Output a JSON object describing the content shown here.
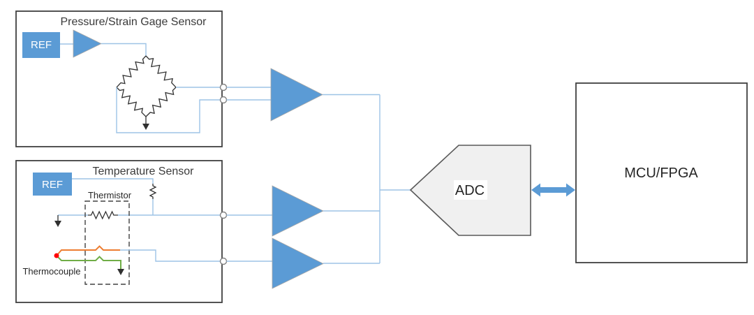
{
  "pressure_sensor": {
    "title": "Pressure/Strain Gage Sensor",
    "ref_label": "REF"
  },
  "temperature_sensor": {
    "title": "Temperature Sensor",
    "ref_label": "REF",
    "thermistor_label": "Thermistor",
    "thermocouple_label": "Thermocouple"
  },
  "adc": {
    "label": "ADC"
  },
  "mcu": {
    "label": "MCU/FPGA"
  },
  "colors": {
    "accent_blue": "#5B9BD5",
    "wire_blue": "#9DC3E6",
    "thermocouple_orange": "#ED7D31",
    "thermocouple_green": "#70AD47",
    "junction_red": "#FF0000",
    "box_border": "#404040",
    "adc_fill": "#F0F0F0",
    "adc_border": "#595959"
  }
}
